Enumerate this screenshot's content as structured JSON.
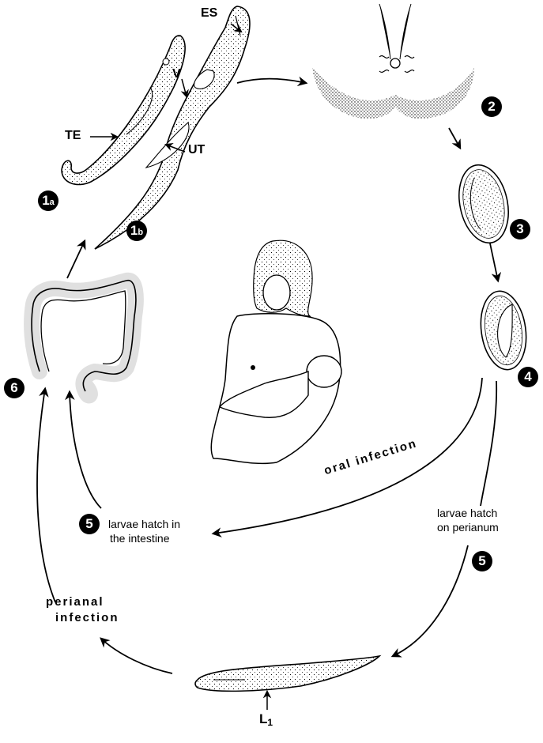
{
  "labels": {
    "es": "ES",
    "v": "V",
    "te": "TE",
    "ut": "UT",
    "l1_main": "L",
    "l1_sub": "1"
  },
  "badges": {
    "b1a_num": "1",
    "b1a_letter": "a",
    "b1b_num": "1",
    "b1b_letter": "b",
    "b2": "2",
    "b3": "3",
    "b4": "4",
    "b5_left": "5",
    "b5_right": "5",
    "b6": "6"
  },
  "notes": {
    "oral_infection": "oral infection",
    "hatch_intestine_line1": "larvae hatch in",
    "hatch_intestine_line2": "the intestine",
    "hatch_perianum_line1": "larvae hatch",
    "hatch_perianum_line2": "on perianum",
    "perianal_line1": "perianal",
    "perianal_line2": "infection"
  }
}
